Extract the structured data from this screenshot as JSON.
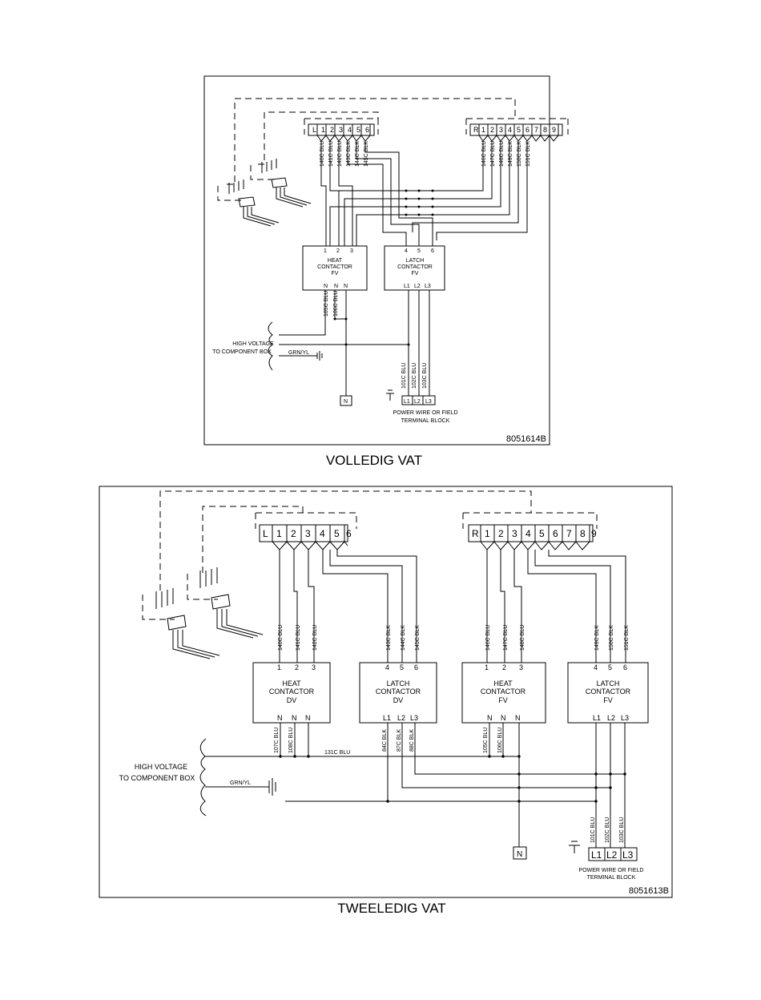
{
  "diagram1": {
    "caption": "VOLLEDIG VAT",
    "part_number": "8051614B",
    "left_block": {
      "label": "L",
      "terminals": [
        "1",
        "2",
        "3",
        "4",
        "5",
        "6"
      ]
    },
    "right_block": {
      "label": "R",
      "terminals": [
        "1",
        "2",
        "3",
        "4",
        "5",
        "6",
        "7",
        "8",
        "9"
      ]
    },
    "left_wires": [
      "140C BLU",
      "141C BLU",
      "142C BLU",
      "143C BLK",
      "144C BLK",
      "145C BLK"
    ],
    "right_wires": [
      "146C BLU",
      "147C BLU",
      "148C BLU",
      "149C BLK",
      "150C BLK",
      "151C BLK"
    ],
    "heat": {
      "lines": [
        "HEAT",
        "CONTACTOR",
        "FV"
      ],
      "top": [
        "1",
        "2",
        "3"
      ],
      "bottom": [
        "N",
        "N",
        "N"
      ]
    },
    "latch": {
      "lines": [
        "LATCH",
        "CONTACTOR",
        "FV"
      ],
      "top": [
        "4",
        "5",
        "6"
      ],
      "bottom": [
        "L1",
        "L2",
        "L3"
      ]
    },
    "heat_out_wires": [
      "105C BLU",
      "106C BLU"
    ],
    "power_wires": [
      "101C BLU",
      "102C BLU",
      "103C BLU"
    ],
    "high_voltage": [
      "HIGH VOLTAGE",
      "TO COMPONENT BOX"
    ],
    "ground_label": "GRN/YL",
    "neutral": "N",
    "terminal_labels": [
      "L1",
      "L2",
      "L3"
    ],
    "terminal_block": [
      "POWER WIRE OR FIELD",
      "TERMINAL BLOCK"
    ]
  },
  "diagram2": {
    "caption": "TWEELEDIG VAT",
    "part_number": "8051613B",
    "left_block": {
      "label": "L",
      "terminals": [
        "1",
        "2",
        "3",
        "4",
        "5",
        "6"
      ]
    },
    "right_block": {
      "label": "R",
      "terminals": [
        "1",
        "2",
        "3",
        "4",
        "5",
        "6",
        "7",
        "8",
        "9"
      ]
    },
    "left_wires": [
      "140C BLU",
      "141C BLU",
      "142C BLU",
      "143C BLK",
      "144C BLK",
      "145C BLK"
    ],
    "right_wires": [
      "146C BLU",
      "147C BLU",
      "148C BLU",
      "149C BLK",
      "150C BLK",
      "151C BLK"
    ],
    "heat_dv": {
      "lines": [
        "HEAT",
        "CONTACTOR",
        "DV"
      ],
      "top": [
        "1",
        "2",
        "3"
      ],
      "bottom": [
        "N",
        "N",
        "N"
      ]
    },
    "latch_dv": {
      "lines": [
        "LATCH",
        "CONTACTOR",
        "DV"
      ],
      "top": [
        "4",
        "5",
        "6"
      ],
      "bottom": [
        "L1",
        "L2",
        "L3"
      ]
    },
    "heat_fv": {
      "lines": [
        "HEAT",
        "CONTACTOR",
        "FV"
      ],
      "top": [
        "1",
        "2",
        "3"
      ],
      "bottom": [
        "N",
        "N",
        "N"
      ]
    },
    "latch_fv": {
      "lines": [
        "LATCH",
        "CONTACTOR",
        "FV"
      ],
      "top": [
        "4",
        "5",
        "6"
      ],
      "bottom": [
        "L1",
        "L2",
        "L3"
      ]
    },
    "heat_dv_out": [
      "107C BLU",
      "108C BLU"
    ],
    "latch_dv_out": [
      "84C BLK",
      "87C BLK",
      "88C BLK"
    ],
    "heat_fv_out": [
      "105C BLU",
      "106C BLU"
    ],
    "bus_label": "131C BLU",
    "power_wires": [
      "101C BLU",
      "102C BLU",
      "103C BLU"
    ],
    "high_voltage": [
      "HIGH VOLTAGE",
      "TO COMPONENT BOX"
    ],
    "ground_label": "GRN/YL",
    "neutral": "N",
    "terminal_labels": [
      "L1",
      "L2",
      "L3"
    ],
    "terminal_block": [
      "POWER WIRE OR FIELD",
      "TERMINAL BLOCK"
    ]
  }
}
